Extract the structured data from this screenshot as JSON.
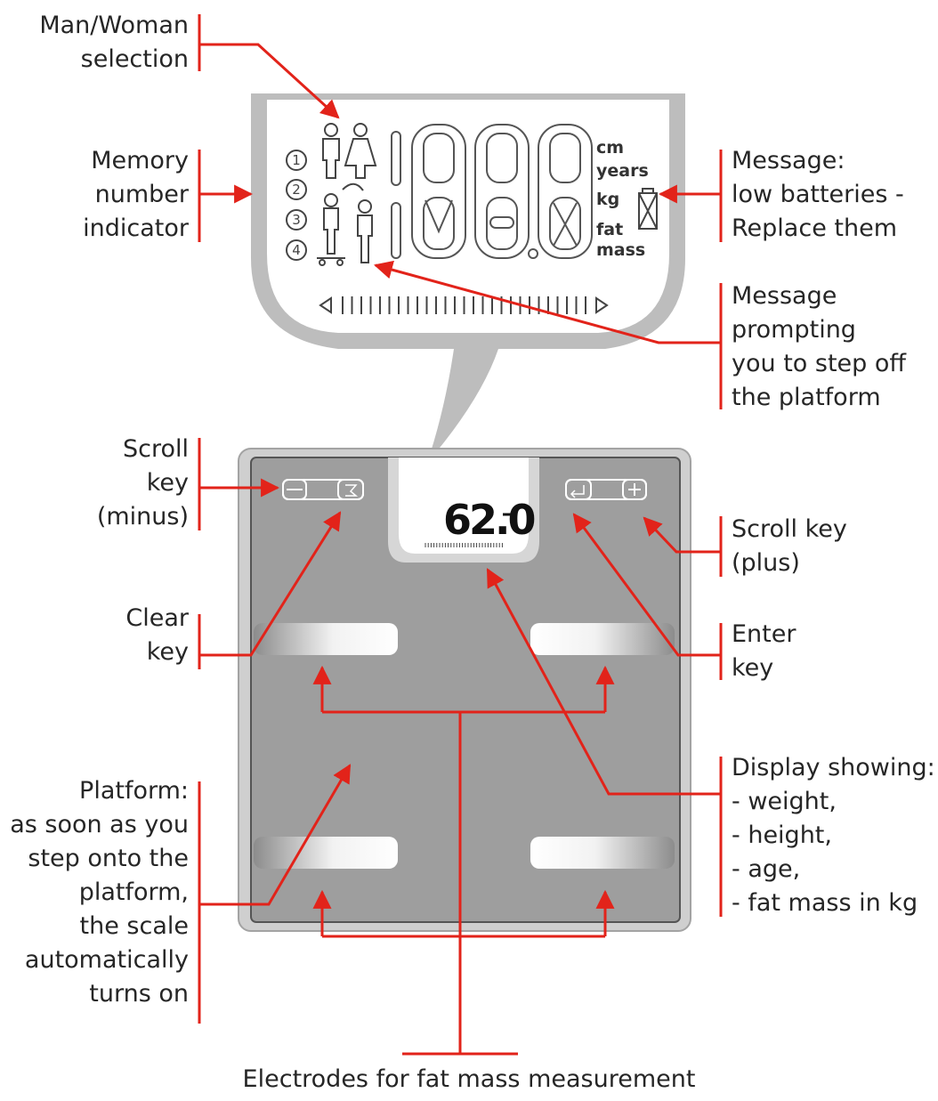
{
  "labels": {
    "man_woman": "Man/Woman\nselection",
    "memory": "Memory\nnumber\nindicator",
    "low_batteries": "Message:\nlow batteries -\nReplace them",
    "step_off": "Message\nprompting\nyou to step off\nthe platform",
    "scroll_minus": "Scroll\nkey\n(minus)",
    "scroll_plus": "Scroll key\n(plus)",
    "clear_key": "Clear\nkey",
    "enter_key": "Enter\nkey",
    "display_showing": "Display showing:\n- weight,\n- height,\n- age,\n- fat mass in kg",
    "platform": "Platform:\nas soon as you\nstep onto the\nplatform,\nthe scale\nautomatically\nturns on",
    "electrodes": "Electrodes for fat mass measurement"
  },
  "lcd": {
    "units": [
      "cm",
      "years",
      "kg",
      "fat",
      "mass"
    ],
    "memory_numbers": [
      "1",
      "2",
      "3",
      "4"
    ]
  },
  "scale": {
    "display_reading": "62.0"
  },
  "colors": {
    "accent": "#e2231a",
    "platform": "#9e9e9e",
    "frame": "#c9c9c9",
    "lcd_bezel": "#bdbdbd"
  }
}
